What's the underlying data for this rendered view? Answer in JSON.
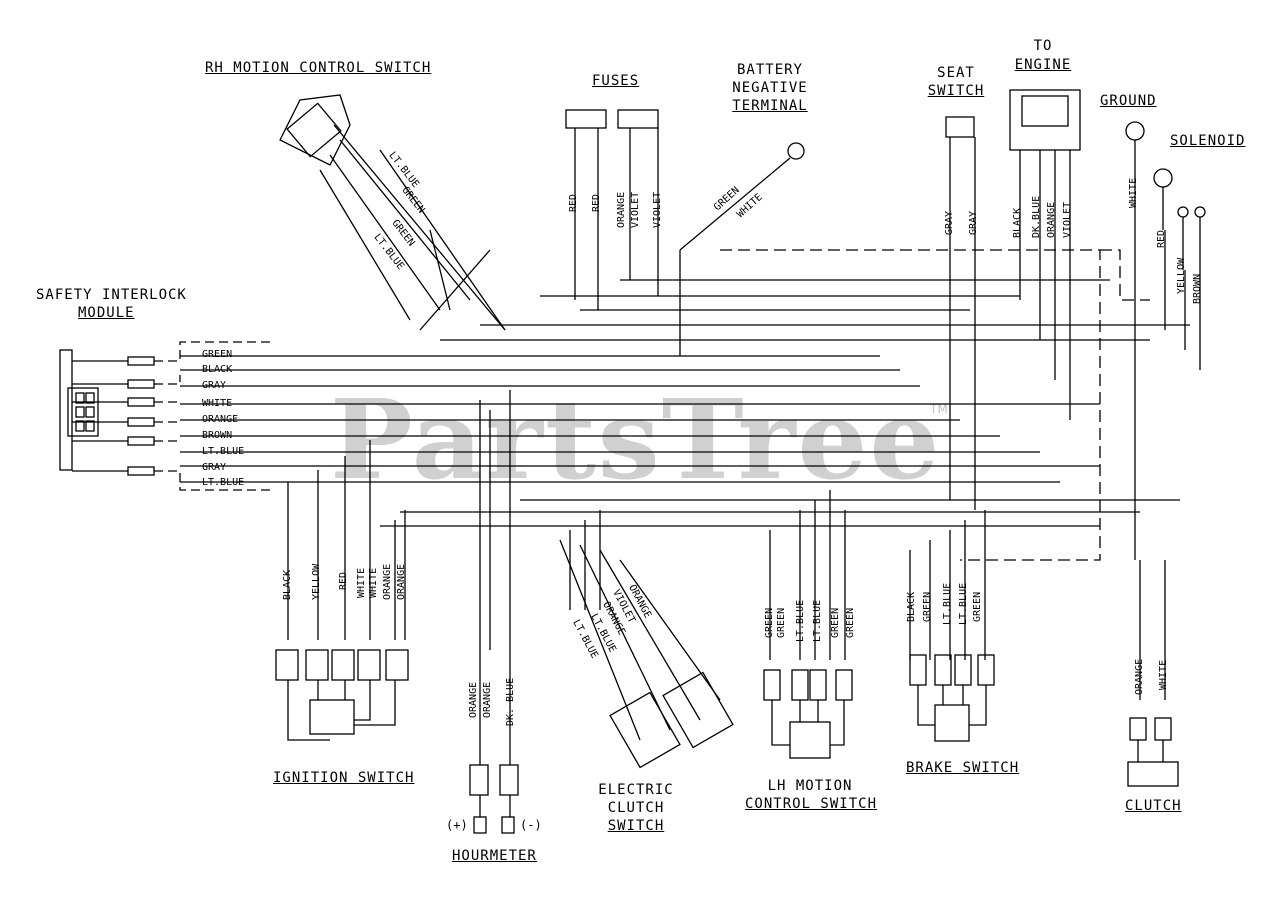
{
  "components": {
    "rh_motion": "RH MOTION CONTROL SWITCH",
    "fuses": "FUSES",
    "battery": [
      "BATTERY",
      "NEGATIVE",
      "TERMINAL"
    ],
    "seat": [
      "SEAT",
      "SWITCH"
    ],
    "engine": [
      "TO",
      "ENGINE"
    ],
    "ground": "GROUND",
    "solenoid": "SOLENOID",
    "safety": [
      "SAFETY INTERLOCK",
      "MODULE"
    ],
    "ignition": "IGNITION SWITCH",
    "hourmeter": "HOURMETER",
    "clutch_switch": [
      "ELECTRIC",
      "CLUTCH",
      "SWITCH"
    ],
    "lh_motion": [
      "LH MOTION",
      "CONTROL SWITCH"
    ],
    "brake": "BRAKE SWITCH",
    "clutch": "CLUTCH"
  },
  "watermark": "PartsTree",
  "trademark": "TM",
  "hourmeter_terminals": {
    "pos": "(+)",
    "neg": "(-)"
  },
  "wires": {
    "module": [
      "GREEN",
      "BLACK",
      "GRAY",
      "WHITE",
      "ORANGE",
      "BROWN",
      "LT.BLUE",
      "GRAY",
      "LT.BLUE"
    ],
    "rh": [
      "LT.BLUE",
      "GREEN",
      "GREEN",
      "LT.BLUE"
    ],
    "fuses": [
      "RED",
      "RED",
      "ORANGE",
      "VIOLET",
      "VIOLET"
    ],
    "battery": [
      "GREEN",
      "WHITE"
    ],
    "seat": [
      "GRAY",
      "GRAY"
    ],
    "engine": [
      "BLACK",
      "DK.BLUE",
      "ORANGE",
      "VIOLET"
    ],
    "ground": [
      "WHITE"
    ],
    "solenoid": [
      "RED",
      "YELLOW",
      "BROWN"
    ],
    "ignition": [
      "BLACK",
      "YELLOW",
      "RED",
      "WHITE",
      "WHITE",
      "ORANGE",
      "ORANGE"
    ],
    "hourmeter": [
      "ORANGE",
      "ORANGE",
      "DK. BLUE"
    ],
    "clutch_switch": [
      "LT.BLUE",
      "LT.BLUE",
      "ORANGE",
      "VIOLET",
      "ORANGE"
    ],
    "lh": [
      "GREEN",
      "GREEN",
      "LT.BLUE",
      "LT.BLUE",
      "GREEN",
      "GREEN"
    ],
    "brake": [
      "BLACK",
      "GREEN",
      "LT.BLUE",
      "LT.BLUE",
      "GREEN"
    ],
    "clutch": [
      "ORANGE",
      "WHITE"
    ]
  },
  "colors": {
    "ink": "#000000",
    "watermark": "#969696"
  }
}
